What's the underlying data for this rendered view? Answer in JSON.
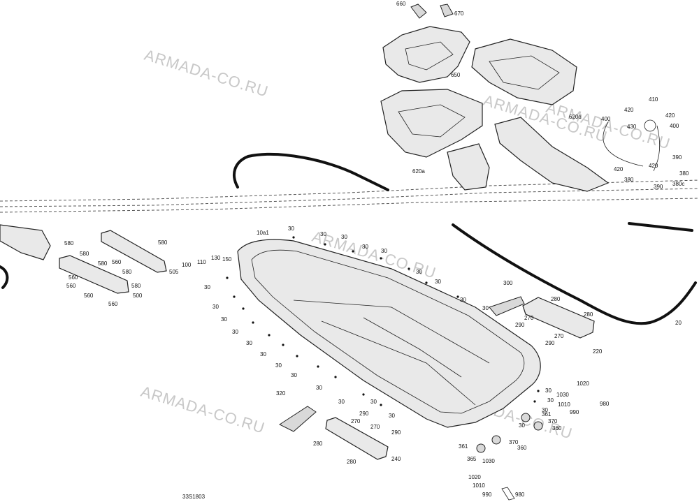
{
  "watermarks": [
    "ARMADA-CO.RU",
    "ARMADA-CO.RU",
    "ARMADA-CO.RU",
    "ARMADA-CO.RU",
    "ARMADA-CO.RU",
    "ARMADA-CO.RU"
  ],
  "reference_code": "33S1803",
  "callouts": [
    "660",
    "670",
    "650",
    "620d",
    "620a",
    "410",
    "420",
    "420",
    "400",
    "430",
    "400",
    "390",
    "420",
    "420",
    "380",
    "380",
    "390",
    "380c",
    "580",
    "580",
    "580",
    "560",
    "580",
    "560",
    "580",
    "560",
    "560",
    "560",
    "500",
    "505",
    "580",
    "100",
    "110",
    "130",
    "150",
    "10a1",
    "30",
    "30",
    "30",
    "30",
    "30",
    "30",
    "30",
    "30",
    "30",
    "30",
    "30",
    "30",
    "30",
    "30",
    "30",
    "30",
    "30",
    "30",
    "30",
    "30",
    "30",
    "300",
    "280",
    "270",
    "280",
    "290",
    "270",
    "290",
    "220",
    "20",
    "320",
    "280",
    "280",
    "270",
    "290",
    "270",
    "290",
    "240",
    "30",
    "30",
    "30",
    "30",
    "361",
    "361",
    "370",
    "360",
    "370",
    "360",
    "365",
    "1020",
    "1030",
    "1010",
    "990",
    "980",
    "1030",
    "1020",
    "1010",
    "990",
    "980"
  ]
}
